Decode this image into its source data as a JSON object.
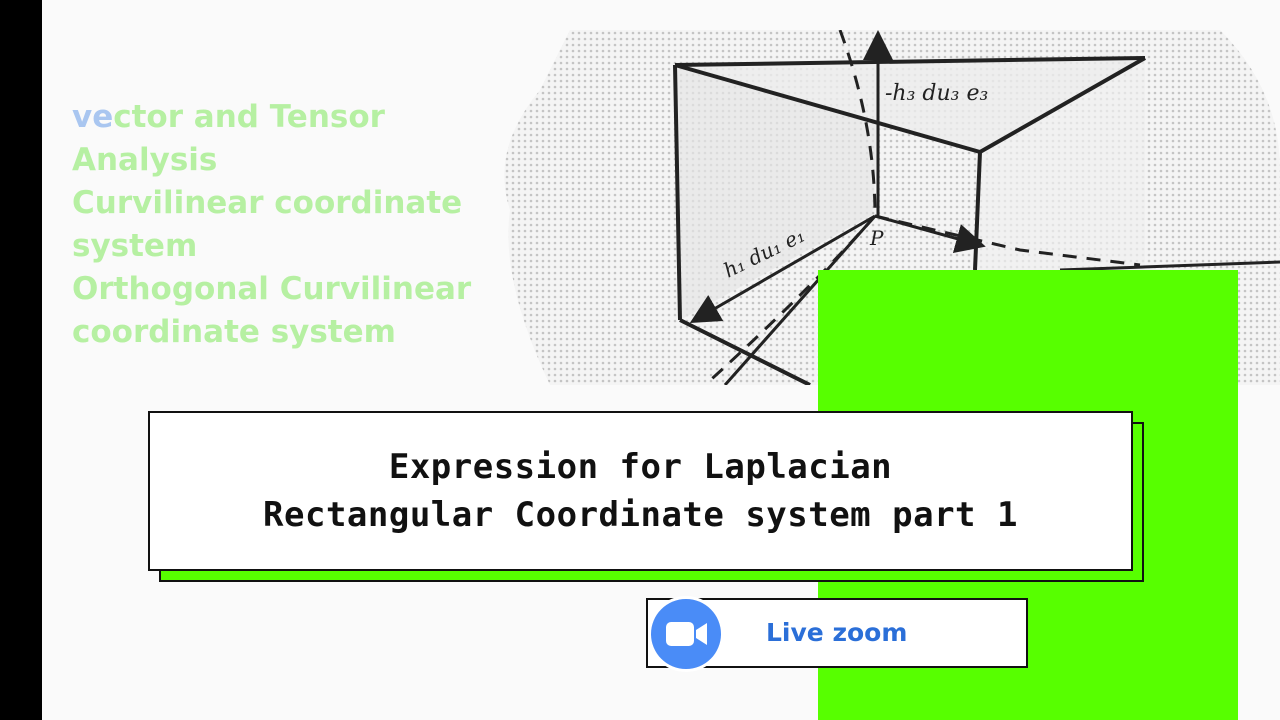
{
  "topics": {
    "line1_highlight": "ve",
    "line1_rest": "ctor and Tensor",
    "line2": "Analysis",
    "line3": "Curvilinear coordinate",
    "line4": "system",
    "line5": "Orthogonal Curvilinear",
    "line6": "coordinate system"
  },
  "diagram": {
    "label_h3": "-h₃ du₃ e₃",
    "label_h1": "h₁ du₁ e₁",
    "label_p": "P"
  },
  "title": {
    "line1": "Expression for Laplacian",
    "line2": "Rectangular Coordinate system part 1"
  },
  "zoom": {
    "label": "Live zoom",
    "icon": "video-camera-icon"
  },
  "colors": {
    "accent_green": "#57ff00",
    "topic_green": "#b6f0a2",
    "zoom_blue": "#4a8cf7"
  }
}
